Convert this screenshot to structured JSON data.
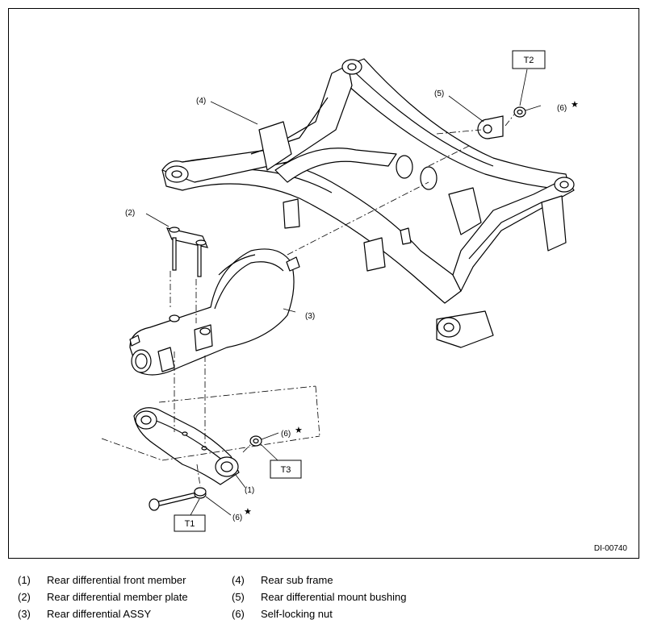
{
  "callouts": {
    "c1": "(1)",
    "c2": "(2)",
    "c3": "(3)",
    "c4": "(4)",
    "c5": "(5)",
    "c6a": "(6)",
    "c6b": "(6)",
    "c6c": "(6)"
  },
  "torque_boxes": {
    "t1": "T1",
    "t2": "T2",
    "t3": "T3"
  },
  "star": "★",
  "figure_id": "DI-00740",
  "legend": [
    {
      "num": "(1)",
      "text": "Rear differential front member"
    },
    {
      "num": "(2)",
      "text": "Rear differential member plate"
    },
    {
      "num": "(3)",
      "text": "Rear differential ASSY"
    },
    {
      "num": "(4)",
      "text": "Rear sub frame"
    },
    {
      "num": "(5)",
      "text": "Rear differential mount bushing"
    },
    {
      "num": "(6)",
      "text": "Self-locking nut"
    }
  ]
}
